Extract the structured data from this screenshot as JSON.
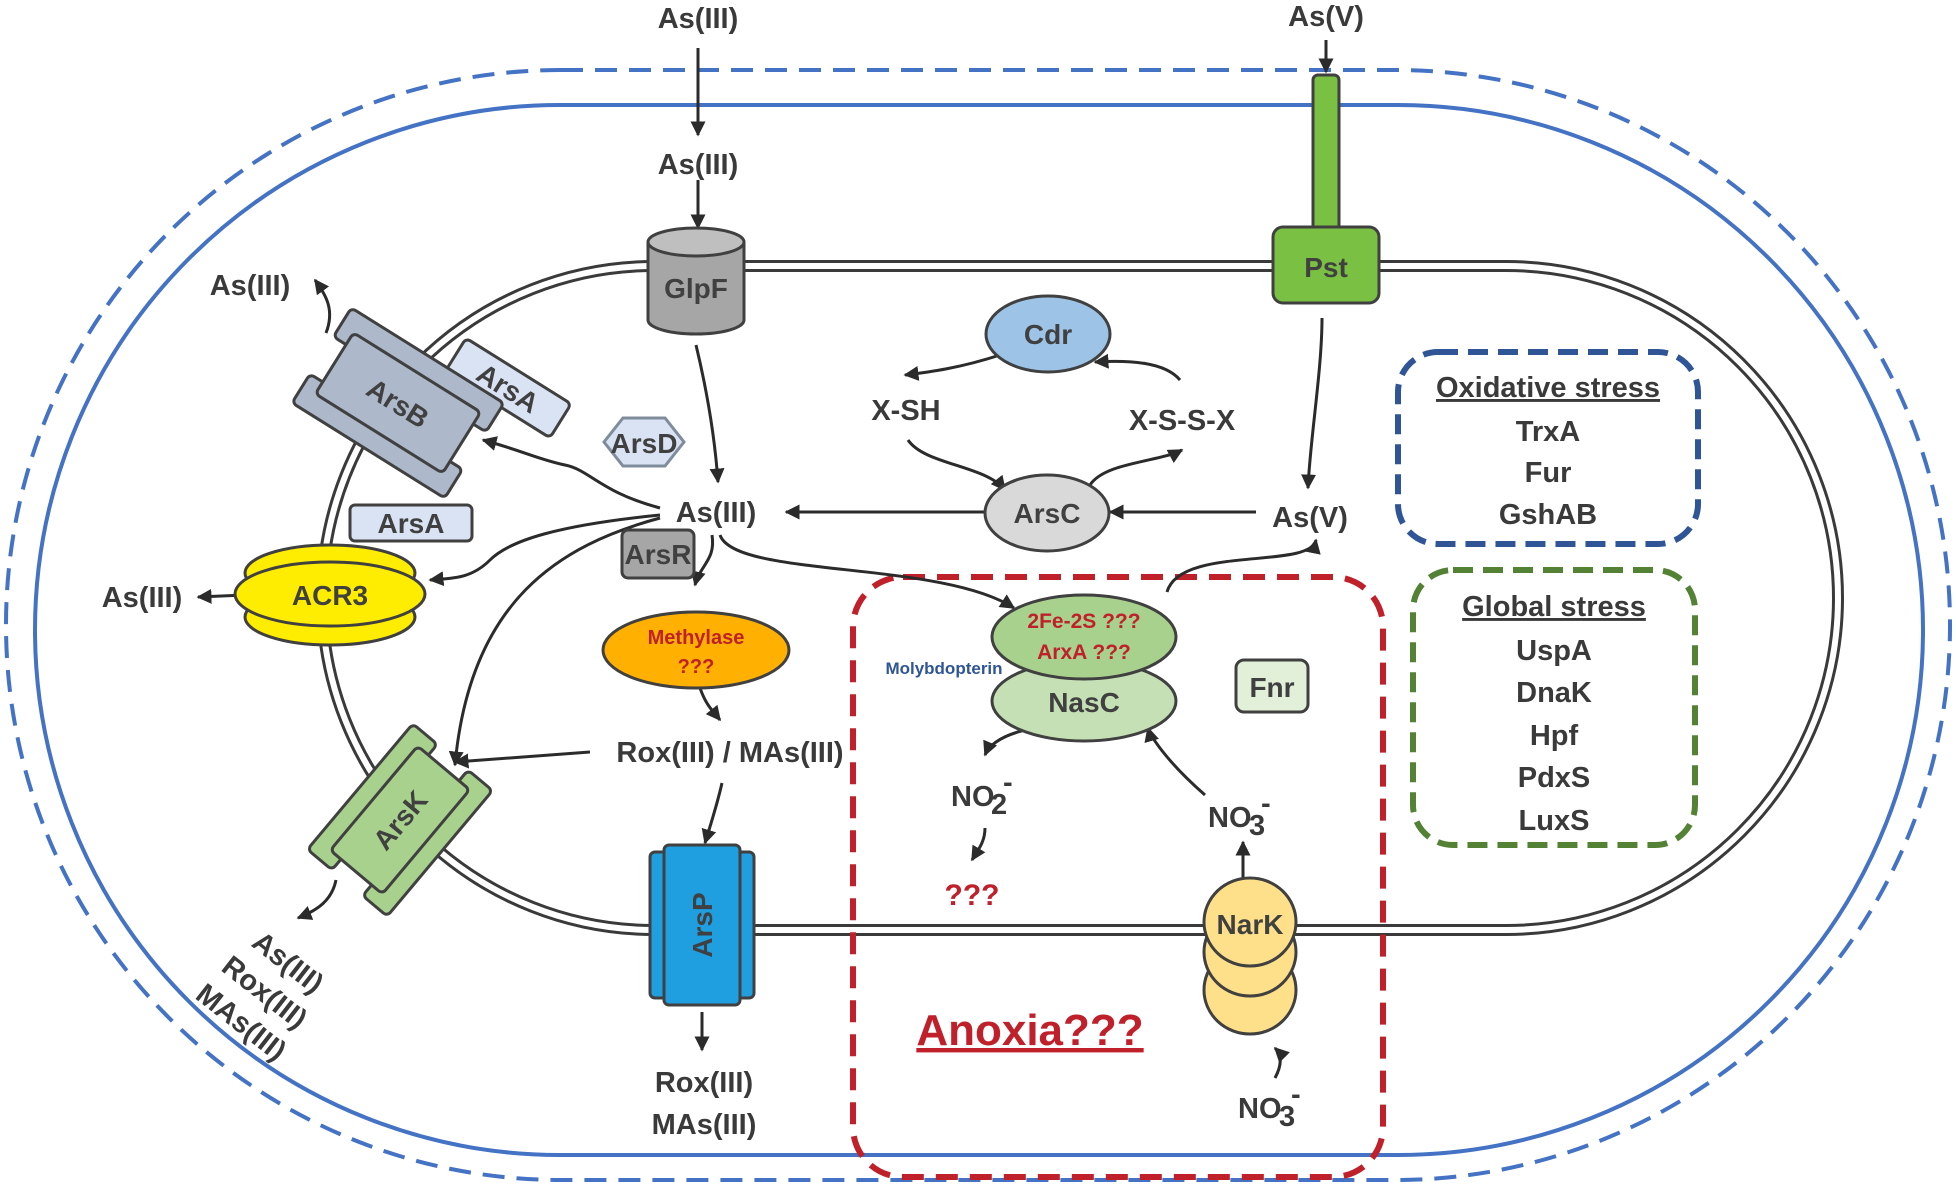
{
  "labels": {
    "as3_top": "As(III)",
    "as5_top": "As(V)",
    "as3_periplasm": "As(III)",
    "as3_left_arsb": "As(III)",
    "as3_left_acr3": "As(III)",
    "as3_center": "As(III)",
    "as5_center": "As(V)",
    "xsh": "X-SH",
    "xssx": "X-S-S-X",
    "rox_mas": "Rox(III) / MAs(III)",
    "arsk_out_1": "As(III)",
    "arsk_out_2": "Rox(III)",
    "arsk_out_3": "MAs(III)",
    "arsp_out_1": "Rox(III)",
    "arsp_out_2": "MAs(III)",
    "molybdopterin": "Molybdopterin",
    "no2": "NO",
    "no2_sub": "2",
    "no2_sup": "-",
    "unknown": "???",
    "no3_in": "NO",
    "no3_in_sub": "3",
    "no3_in_sup": "-",
    "no3_out": "NO",
    "no3_out_sub": "3",
    "no3_out_sup": "-",
    "anoxia": "Anoxia???"
  },
  "proteins": {
    "glpf": "GlpF",
    "pst": "Pst",
    "cdr": "Cdr",
    "arsc": "ArsC",
    "arsb": "ArsB",
    "arsa_top": "ArsA",
    "arsa_mid": "ArsA",
    "arsd": "ArsD",
    "arsr": "ArsR",
    "acr3": "ACR3",
    "methylase_1": "Methylase",
    "methylase_2": "???",
    "arsk": "ArsK",
    "arsp": "ArsP",
    "fe_s_1": "2Fe-2S ???",
    "fe_s_2": "ArxA ???",
    "nasc": "NasC",
    "fnr": "Fnr",
    "nark": "NarK"
  },
  "boxes": {
    "oxidative": {
      "title": "Oxidative stress",
      "items": [
        "TrxA",
        "Fur",
        "GshAB"
      ]
    },
    "global": {
      "title": "Global stress",
      "items": [
        "UspA",
        "DnaK",
        "Hpf",
        "PdxS",
        "LuxS"
      ]
    }
  },
  "colors": {
    "outer_membrane": "#4472c4",
    "oxidative_box": "#2f5597",
    "global_box": "#548235",
    "anoxia_box": "#c0202a",
    "glpf": "#a6a6a6",
    "pst": "#7ac143",
    "cdr": "#9dc3e6",
    "arsc": "#d9d9d9",
    "arsb": "#adb9ca",
    "arsa": "#dae3f3",
    "acr3": "#ffed00",
    "methylase": "#ffb000",
    "arsk": "#a9d18e",
    "arsp": "#1f9ee0",
    "nasc": "#c5e0b4",
    "fe_s": "#a9d18e",
    "fnr": "#e2f0d9",
    "nark": "#ffe08a"
  }
}
